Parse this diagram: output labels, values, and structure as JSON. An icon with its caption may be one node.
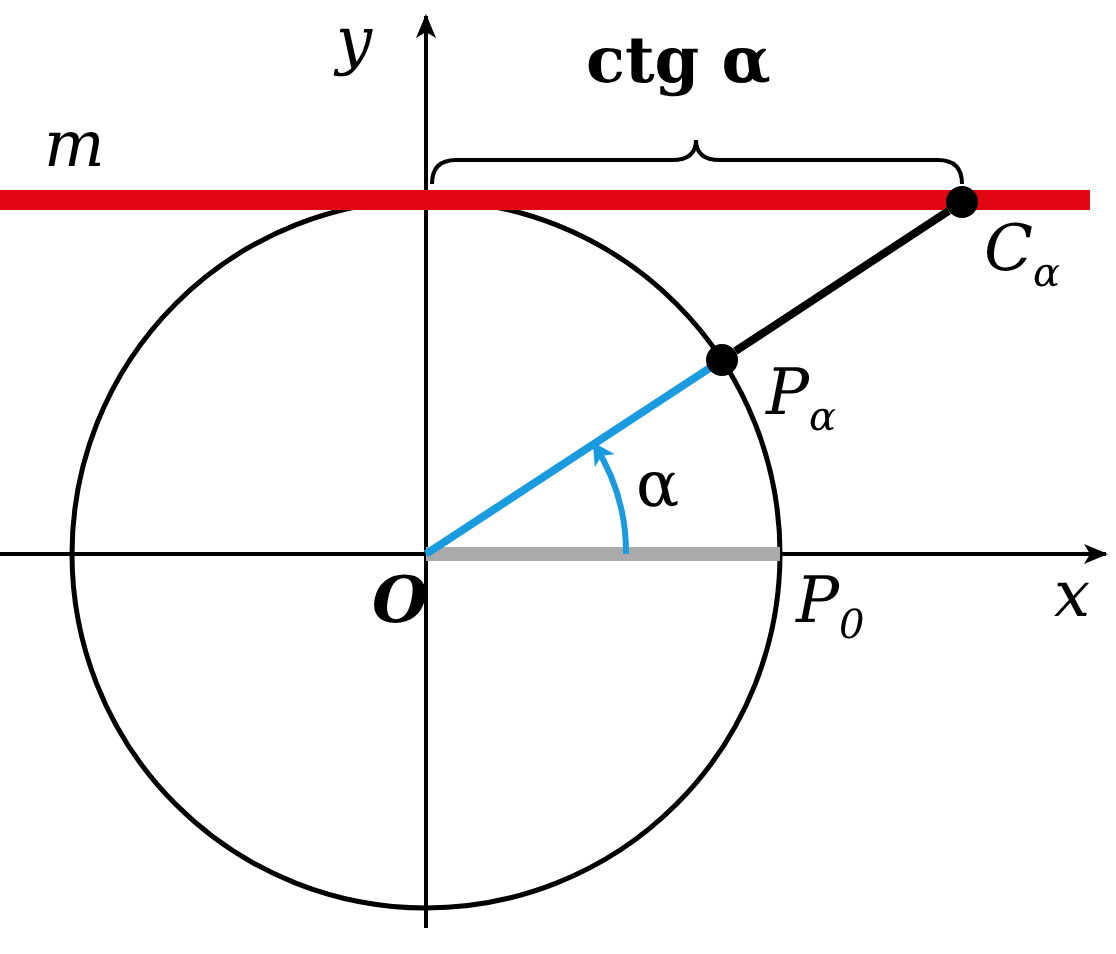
{
  "diagram": {
    "nodes": [
      {
        "text": [],
        "shape": "circle"
      },
      {
        "text": [],
        "shape": "circle"
      }
    ],
    "edges": [
      {
        "from": 0,
        "to": 1,
        "arrow": "none"
      }
    ],
    "labels": [
      "y",
      "ctg α",
      "m",
      "C$_{α}$",
      "P$_{α}$",
      "α",
      "O",
      "P$_{0}$",
      "x"
    ]
  }
}
